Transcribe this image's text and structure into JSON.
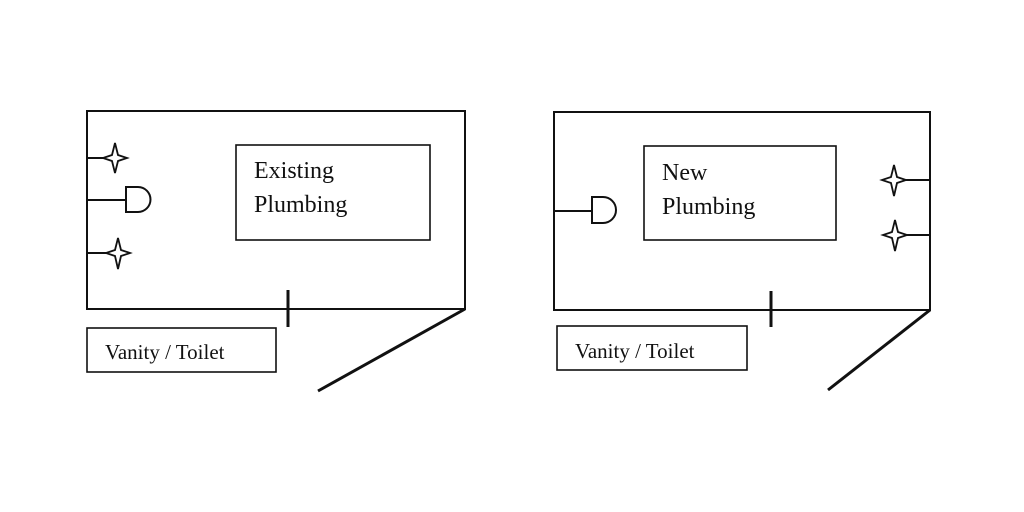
{
  "left_plan": {
    "plumbing_line1": "Existing",
    "plumbing_line2": "Plumbing",
    "caption": "Vanity / Toilet",
    "icons": [
      "faucet-star-icon",
      "drain-icon",
      "faucet-star-icon"
    ]
  },
  "right_plan": {
    "plumbing_line1": "New",
    "plumbing_line2": "Plumbing",
    "caption": "Vanity / Toilet",
    "icons": [
      "drain-icon",
      "faucet-star-icon",
      "faucet-star-icon"
    ]
  },
  "colors": {
    "stroke": "#111111",
    "background": "#ffffff"
  }
}
